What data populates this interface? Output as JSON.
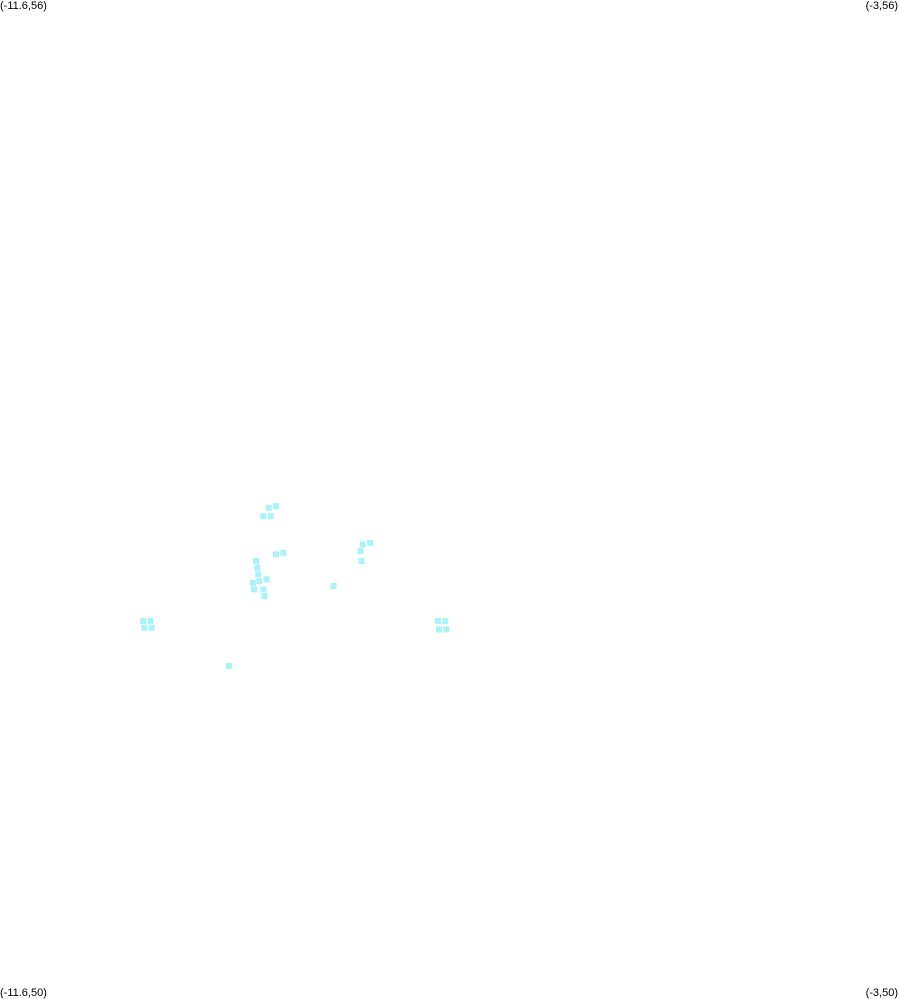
{
  "labels": {
    "top_left": "(-11.6,56)",
    "top_right": "(-3,56)",
    "bottom_left": "(-11.6,50)",
    "bottom_right": "(-3,50)"
  },
  "bounds": {
    "lon_min": -11.6,
    "lon_max": -3,
    "lat_min": 50,
    "lat_max": 56
  },
  "marker_color": "#a8f4fa",
  "points": [
    [
      -9.08,
      52.9
    ],
    [
      -9.01,
      52.9
    ],
    [
      -9.03,
      52.95
    ],
    [
      -8.96,
      52.96
    ],
    [
      -8.96,
      52.67
    ],
    [
      -8.89,
      52.68
    ],
    [
      -9.15,
      52.63
    ],
    [
      -9.14,
      52.59
    ],
    [
      -9.13,
      52.55
    ],
    [
      -9.12,
      52.51
    ],
    [
      -9.05,
      52.52
    ],
    [
      -9.18,
      52.5
    ],
    [
      -9.17,
      52.46
    ],
    [
      -9.08,
      52.46
    ],
    [
      -9.07,
      52.42
    ],
    [
      -8.41,
      52.48
    ],
    [
      -8.13,
      52.73
    ],
    [
      -8.06,
      52.74
    ],
    [
      -8.15,
      52.69
    ],
    [
      -8.14,
      52.63
    ],
    [
      -10.23,
      52.27
    ],
    [
      -10.16,
      52.27
    ],
    [
      -10.22,
      52.23
    ],
    [
      -10.15,
      52.23
    ],
    [
      -7.41,
      52.27
    ],
    [
      -7.34,
      52.27
    ],
    [
      -7.4,
      52.22
    ],
    [
      -7.33,
      52.22
    ],
    [
      -9.41,
      52.0
    ]
  ]
}
